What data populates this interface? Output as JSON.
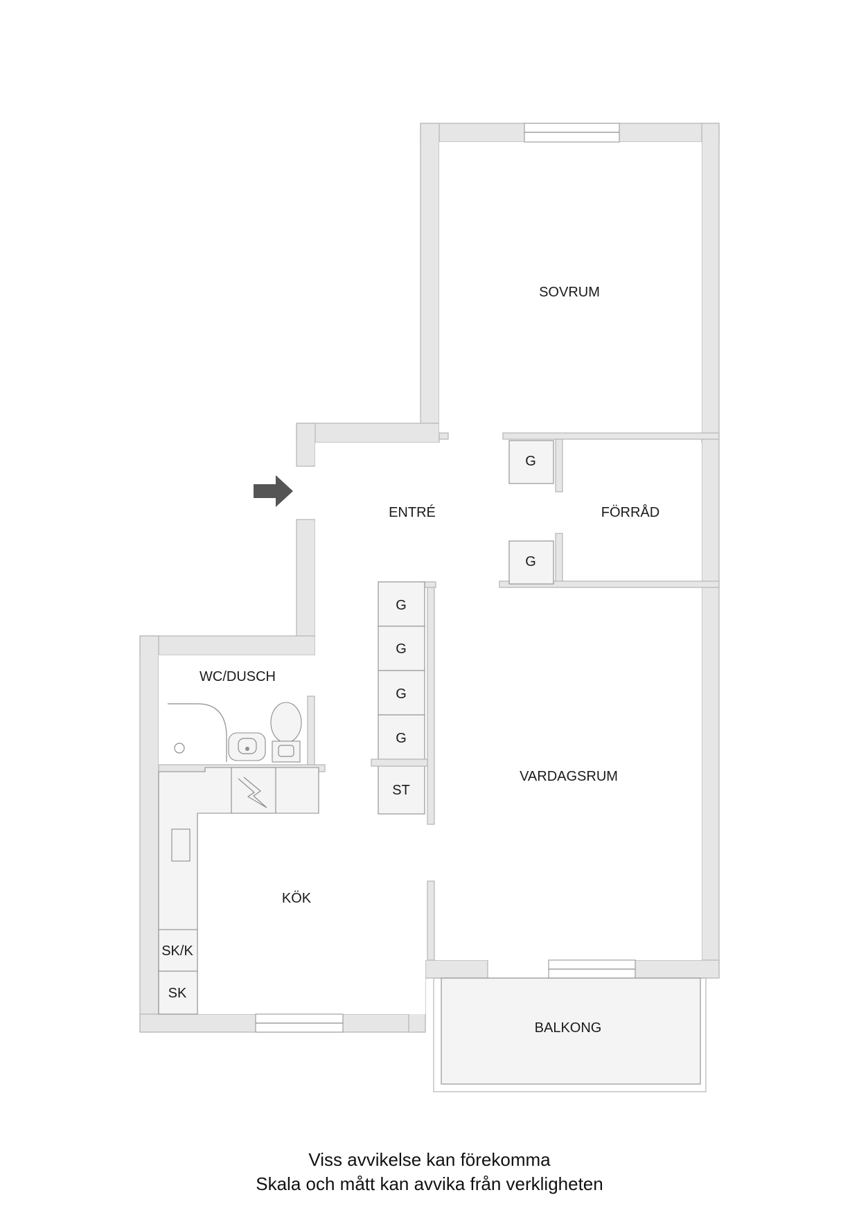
{
  "rooms": {
    "sovrum": "SOVRUM",
    "entre": "ENTRÉ",
    "forrad": "FÖRRÅD",
    "wc_dusch": "WC/DUSCH",
    "vardagsrum": "VARDAGSRUM",
    "kok": "KÖK",
    "balkong": "BALKONG"
  },
  "units": {
    "g_label": "G",
    "st_label": "ST",
    "skk_label": "SK/K",
    "sk_label": "SK"
  },
  "disclaimer": {
    "line1": "Viss avvikelse kan förekomma",
    "line2": "Skala och mått kan avvika från verkligheten"
  }
}
